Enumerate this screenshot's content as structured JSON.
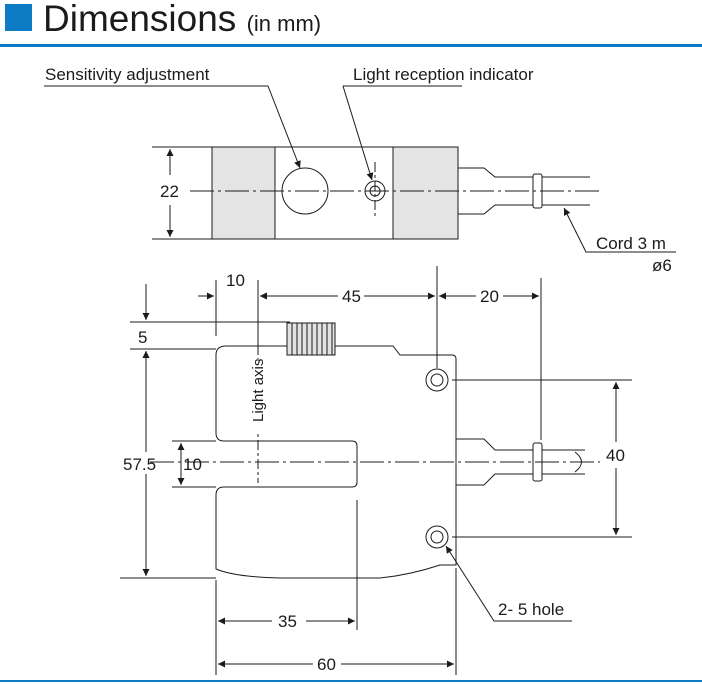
{
  "header": {
    "title": "Dimensions",
    "unit": "(in mm)",
    "accent_color": "#0e7cc4"
  },
  "callouts": {
    "sensitivity": "Sensitivity adjustment",
    "indicator": "Light reception indicator",
    "cord": "Cord 3 m",
    "cord_diameter": "ø6",
    "holes": "2- 5 hole"
  },
  "top_view": {
    "height": "22"
  },
  "front_view": {
    "dim_10_top": "10",
    "dim_45": "45",
    "dim_20": "20",
    "dim_5": "5",
    "dim_57_5": "57.5",
    "dim_10_slot": "10",
    "dim_40": "40",
    "dim_35": "35",
    "dim_60": "60",
    "light_axis": "Light axis"
  }
}
